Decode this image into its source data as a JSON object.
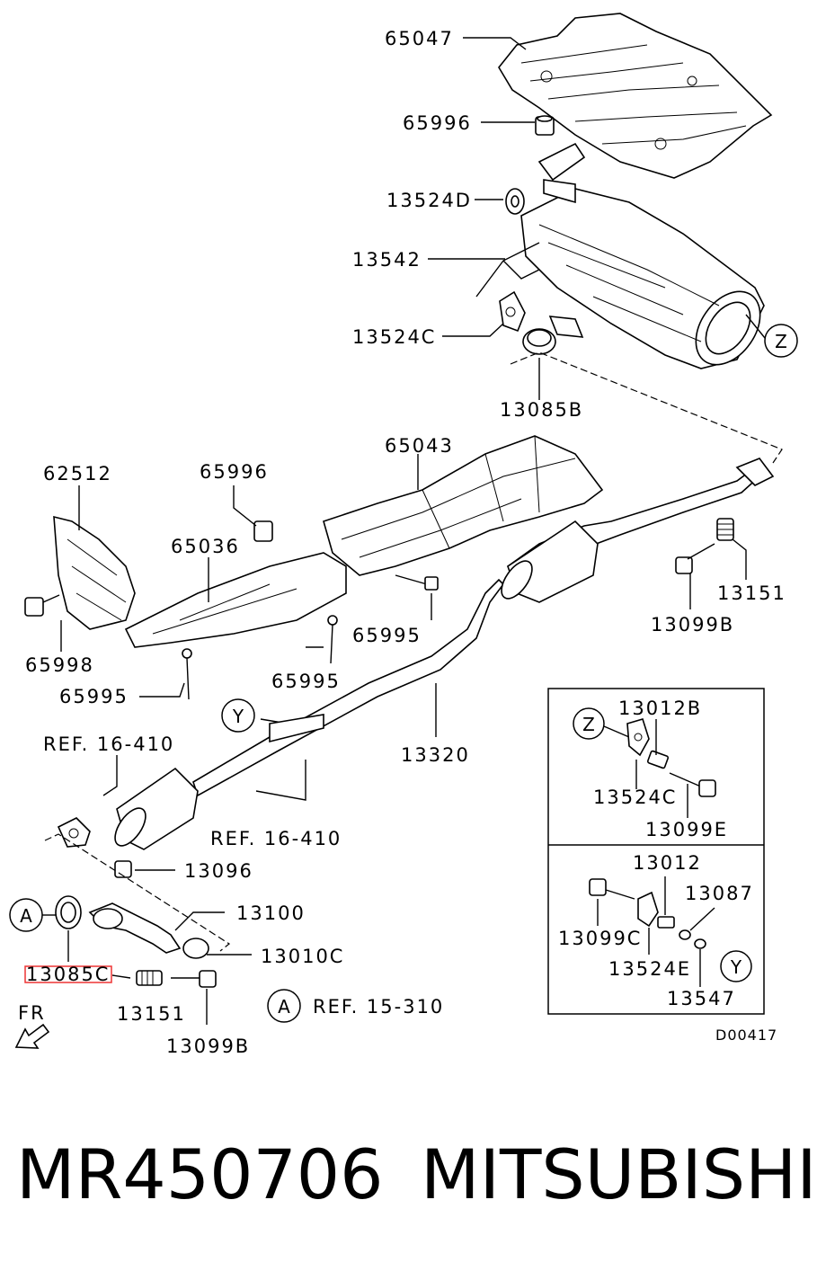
{
  "labels": {
    "p65047": "65047",
    "p65996_top": "65996",
    "p13524D": "13524D",
    "p13542": "13542",
    "p13524C": "13524C",
    "p13085B": "13085B",
    "p65043": "65043",
    "p62512": "62512",
    "p65996_mid": "65996",
    "p65036": "65036",
    "p65998": "65998",
    "p65995_a": "65995",
    "p65995_b": "65995",
    "p65995_c": "65995",
    "p13099B_right": "13099B",
    "p13151_right": "13151",
    "ref_16410_a": "REF. 16-410",
    "ref_16410_b": "REF. 16-410",
    "p13320": "13320",
    "p13096": "13096",
    "p13100": "13100",
    "p13010C": "13010C",
    "p13085C": "13085C",
    "p13151_left": "13151",
    "p13099B_left": "13099B",
    "ref_15310": "REF. 15-310",
    "fr": "FR",
    "box1_13012B": "13012B",
    "box1_13524C": "13524C",
    "box1_13099E": "13099E",
    "box2_13012": "13012",
    "box2_13087": "13087",
    "box2_13099C": "13099C",
    "box2_13524E": "13524E",
    "box2_13547": "13547",
    "diagram_code": "D00417"
  },
  "callouts": {
    "Z": "Z",
    "Y": "Y",
    "A": "A"
  },
  "footer": {
    "part_number": "MR450706",
    "brand": "MITSUBISHI"
  }
}
